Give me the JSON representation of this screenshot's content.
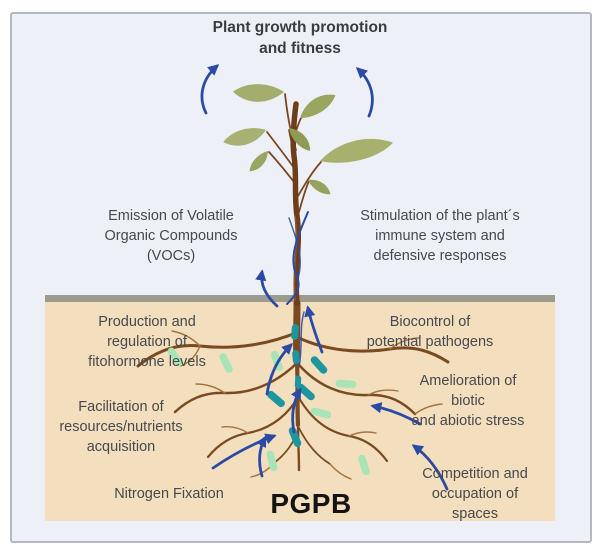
{
  "figure": {
    "title": "Plant growth promotion\nand fitness",
    "pgpb_label": "PGPB"
  },
  "labels": {
    "voc": "Emission of Volatile\nOrganic Compounds\n(VOCs)",
    "immune_system": "Stimulation of the plant´s\nimmune system and\ndefensive responses",
    "fitohormone": "Production and\nregulation of\nfitohormone levels",
    "biocontrol": "Biocontrol of\npotential pathogens",
    "amelioration": "Amelioration of biotic\nand abiotic stress",
    "facilitation": "Facilitation of\nresources/nutrients\nacquisition",
    "nitrogen_fixation": "Nitrogen Fixation",
    "competition": "Competition and\noccupation of spaces"
  },
  "icons": {
    "arrows": "curved-up-arrow-icon",
    "bacteria_teal": "rod-bacteria-teal-icon",
    "bacteria_green": "rod-bacteria-green-icon",
    "plant": "plant-with-roots-icon"
  },
  "colors": {
    "panel_background": "#edf1f7",
    "panel_border": "#b3b9bf",
    "soil_fill": "#f3dfbe",
    "soil_surface_bar": "#9b9c8d",
    "arrow_blue": "#2a4aa5",
    "stem_brown": "#6e3d1c",
    "root_brown": "#7a4a22",
    "root_light_brown": "#a4743f",
    "leaf_green": "#a5af6e",
    "bacteria_teal": "#1d96a0",
    "bacteria_light_green": "#a9e4b6",
    "label_text": "#46494d",
    "title_text": "#3a3d40",
    "pgpb_text": "#141414"
  }
}
